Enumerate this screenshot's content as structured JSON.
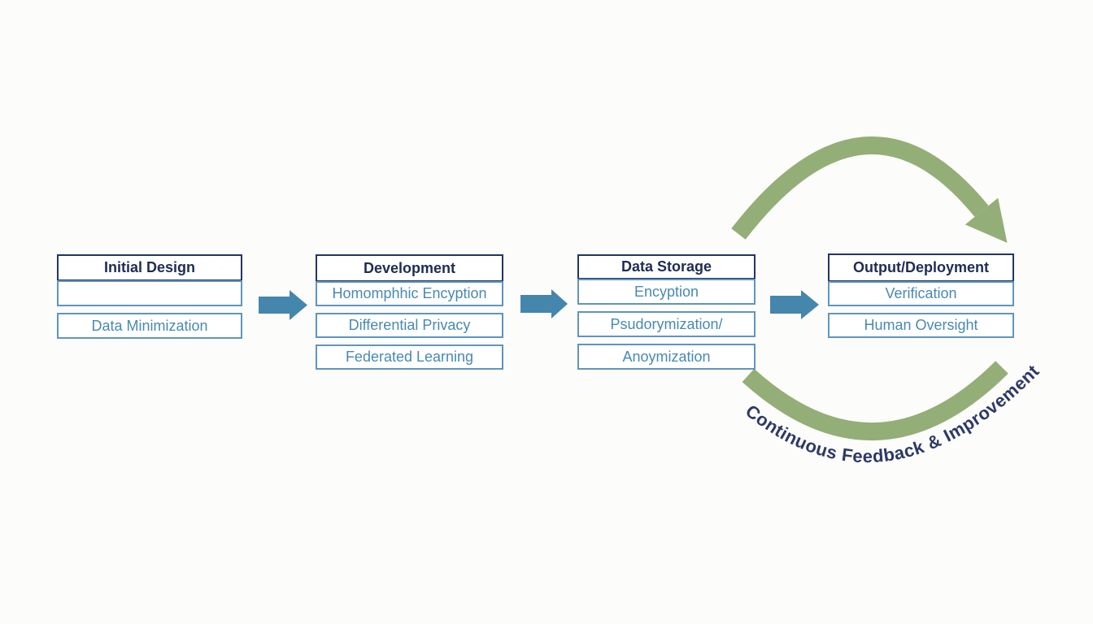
{
  "stages": [
    {
      "title": "Initial Design",
      "items": [
        "",
        "Data Minimization"
      ]
    },
    {
      "title": "Development",
      "items": [
        "Homomphhic Encyption",
        "Differential Privacy",
        "Federated Learning"
      ]
    },
    {
      "title": "Data Storage",
      "items": [
        "Encyption",
        "Psudorymization/",
        "Anoymization"
      ]
    },
    {
      "title": "Output/Deployment",
      "items": [
        "Verification",
        "Human Oversight"
      ]
    }
  ],
  "feedback_loop": {
    "label": "Continuous Feedback & Improvement"
  },
  "colors": {
    "header_border": "#24355e",
    "header_text": "#1f2c54",
    "item_border": "#5f95bd",
    "item_text": "#4889b4",
    "arrow_blue": "#4586ad",
    "loop_green": "#94ae77",
    "loop_text": "#2d3a66",
    "background": "#fcfcfb"
  }
}
